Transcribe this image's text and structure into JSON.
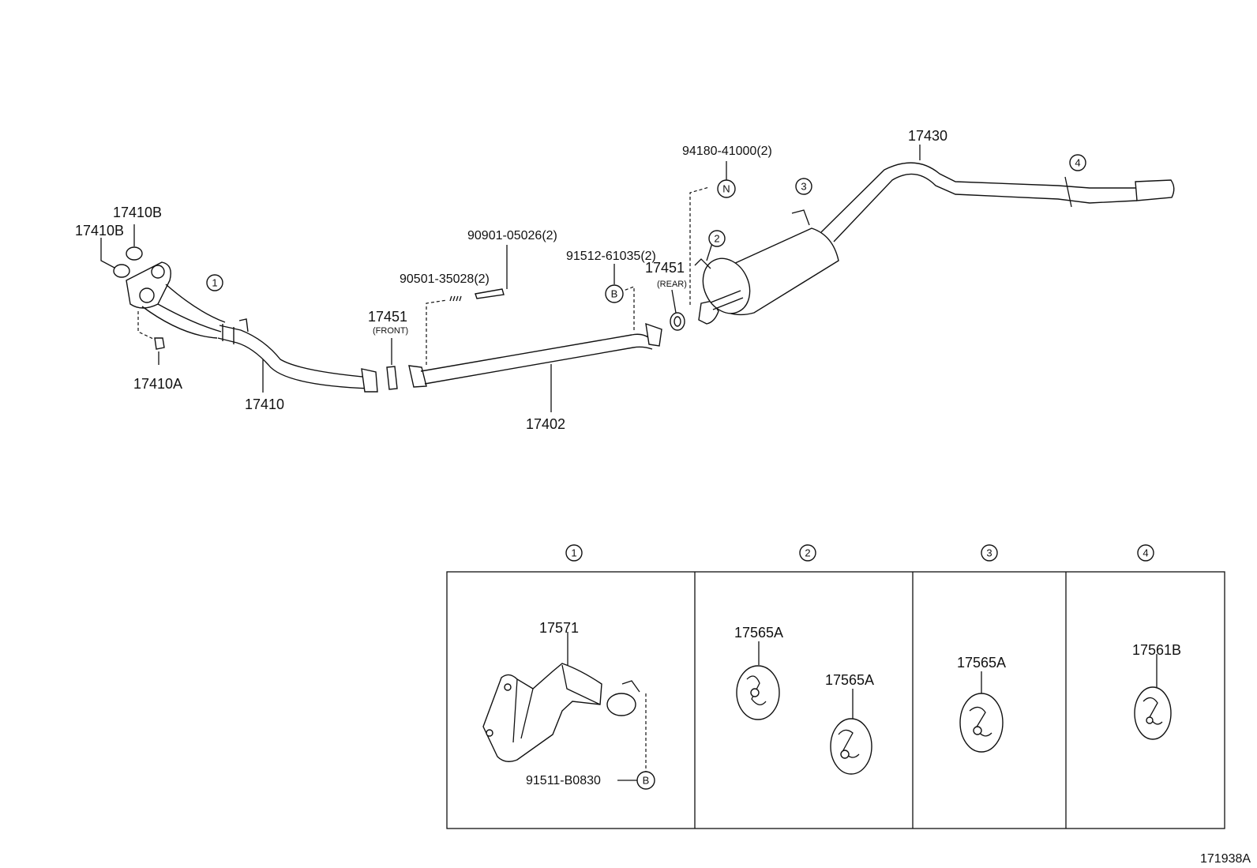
{
  "callouts": {
    "p17410B_a": "17410B",
    "p17410B_b": "17410B",
    "p17410A": "17410A",
    "p17410": "17410",
    "p17451_front": "17451",
    "front_note": "(FRONT)",
    "p90501": "90501-35028(2)",
    "p90901": "90901-05026(2)",
    "p17402": "17402",
    "p91512": "91512-61035(2)",
    "p17451_rear": "17451",
    "rear_note": "(REAR)",
    "p94180": "94180-41000(2)",
    "p17430": "17430",
    "p17571": "17571",
    "p91511": "91511-B0830",
    "p17565A_1": "17565A",
    "p17565A_2": "17565A",
    "p17565A_3": "17565A",
    "p17561B": "17561B",
    "figure_code": "171938A"
  },
  "markers": {
    "ref1": "1",
    "ref2": "2",
    "ref3": "3",
    "ref4": "4",
    "B": "B",
    "N": "N"
  },
  "detail_panels": {
    "panel1_ref": "1",
    "panel2_ref": "2",
    "panel3_ref": "3",
    "panel4_ref": "4"
  }
}
